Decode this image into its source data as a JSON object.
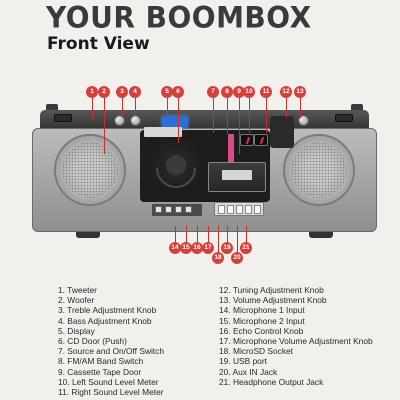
{
  "header": {
    "title": "YOUR BOOMBOX",
    "subtitle": "Front View"
  },
  "callouts": [
    "1",
    "2",
    "3",
    "4",
    "5",
    "6",
    "7",
    "8",
    "9",
    "10",
    "11",
    "12",
    "13",
    "14",
    "15",
    "16",
    "17",
    "18",
    "19",
    "20",
    "21"
  ],
  "legend_left": [
    "1. Tweeter",
    "2. Woofer",
    "3. Treble Adjustment Knob",
    "4. Bass Adjustment Knob",
    "5. Display",
    "6. CD Door (Push)",
    "7. Source and On/Off Switch",
    "8. FM/AM Band Switch",
    "9. Cassette Tape Door",
    "10. Left Sound Level Meter",
    "11. Right Sound Level Meter"
  ],
  "legend_right": [
    "12. Tuning Adjustment Knob",
    "13. Volume Adjustment Knob",
    "14. Microphone 1 Input",
    "15. Microphone 2 Input",
    "16. Echo Control Knob",
    "17. Microphone Volume Adjustment Knob",
    "18. MicroSD Socket",
    "19. USB port",
    "20. Aux IN Jack",
    "21. Headphone Output Jack"
  ],
  "colors": {
    "marker": "#d6403a",
    "display": "#2a6fd6",
    "accent_band": "#d94c8a"
  }
}
